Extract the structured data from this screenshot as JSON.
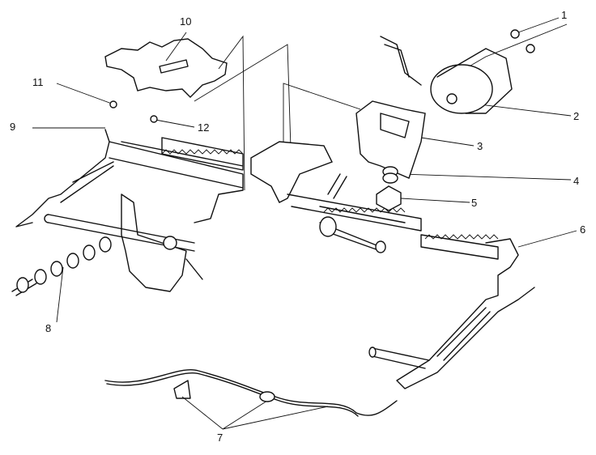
{
  "diagram": {
    "type": "exploded-parts-view",
    "callouts": [
      "1",
      "2",
      "3",
      "4",
      "5",
      "6",
      "7",
      "8",
      "9",
      "10",
      "11",
      "12"
    ]
  }
}
